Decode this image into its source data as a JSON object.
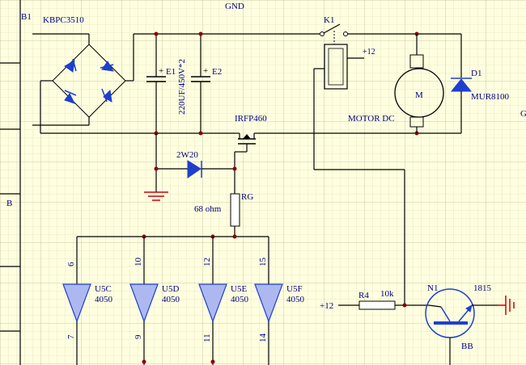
{
  "labels": {
    "b1": "B1",
    "bridge": "KBPC3510",
    "gnd_top": "GND",
    "k1": "K1",
    "v12_relay": "+12",
    "e1": "E1",
    "e2": "E2",
    "cap_value": "220UF/450V*2",
    "d1": "D1",
    "mur": "MUR8100",
    "motor_m": "M",
    "motor_dc": "MOTOR DC",
    "g_edge": "G",
    "irfp": "IRFP460",
    "zener": "2W20",
    "rg": "RG",
    "ohm": "68 ohm",
    "b_left": "B",
    "u5c": "U5C",
    "u5c_part": "4050",
    "u5d": "U5D",
    "u5d_part": "4050",
    "u5e": "U5E",
    "u5e_part": "4050",
    "u5f": "U5F",
    "u5f_part": "4050",
    "pin6": "6",
    "pin7": "7",
    "pin10": "10",
    "pin9": "9",
    "pin12": "12",
    "pin11": "11",
    "pin15": "15",
    "pin14": "14",
    "v12_r4": "+12",
    "r4": "R4",
    "r4_val": "10k",
    "n1": "N1",
    "part1815": "1815",
    "bb": "BB"
  },
  "colors": {
    "background": "#ffffe0",
    "grid_minor": "#d8d8b4",
    "grid_major": "#c0c09a",
    "wire": "#000000",
    "label": "#000080",
    "junction": "#8b0000",
    "component": "#1e3fd0",
    "ground": "#cc0000"
  }
}
